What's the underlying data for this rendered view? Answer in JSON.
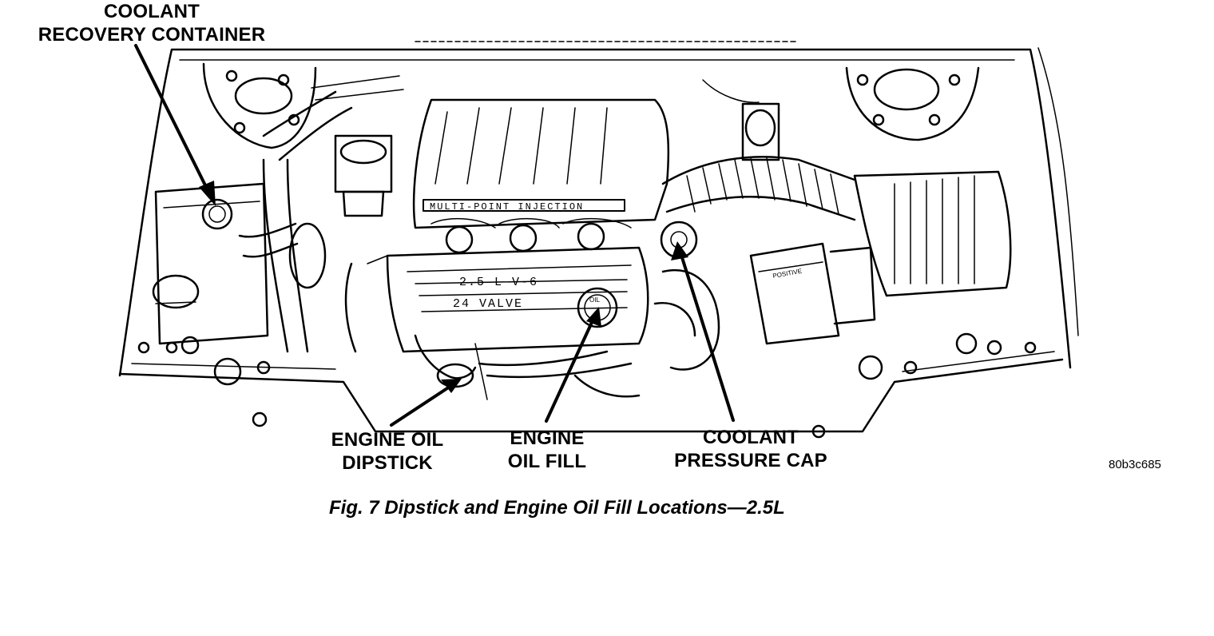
{
  "callouts": {
    "coolant_recovery_container": [
      "COOLANT",
      "RECOVERY CONTAINER"
    ],
    "engine_oil_dipstick": [
      "ENGINE OIL",
      "DIPSTICK"
    ],
    "engine_oil_fill": [
      "ENGINE",
      "OIL FILL"
    ],
    "coolant_pressure_cap": [
      "COOLANT",
      "PRESSURE CAP"
    ]
  },
  "engine_markings": {
    "intake": "MULTI-POINT INJECTION",
    "displacement": "2.5 L V-6",
    "valves": "24 VALVE",
    "oil_cap": "OIL",
    "relay_box": "POSITIVE"
  },
  "figure_id": "80b3c685",
  "caption": "Fig. 7 Dipstick and Engine Oil Fill Locations—2.5L"
}
